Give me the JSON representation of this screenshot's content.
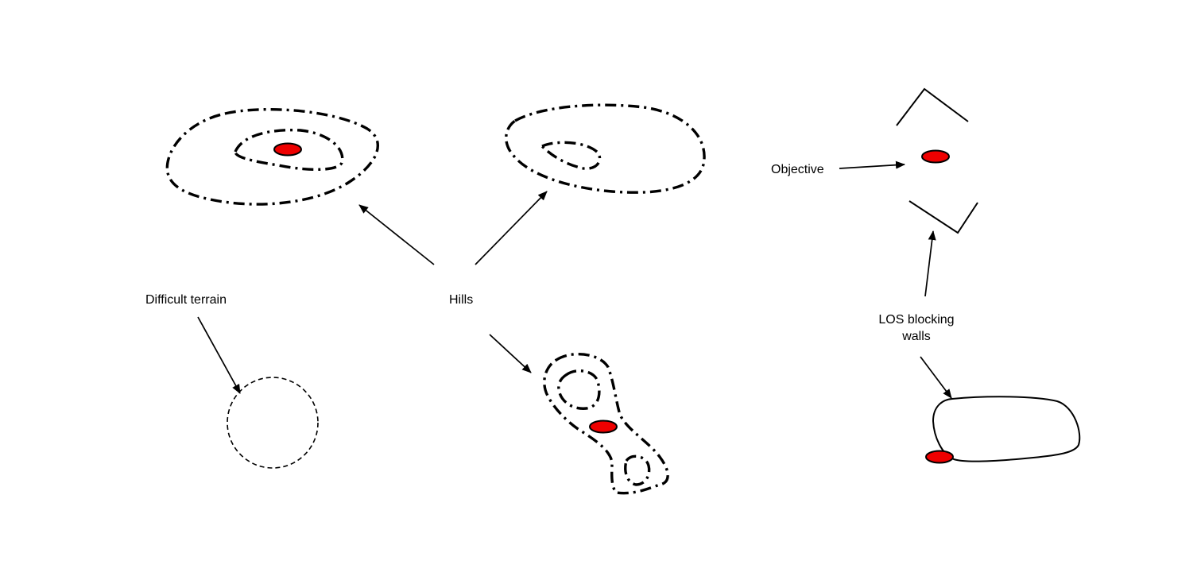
{
  "labels": {
    "difficult_terrain": "Difficult terrain",
    "hills": "Hills",
    "objective": "Objective",
    "los_line1": "LOS blocking",
    "los_line2": "walls"
  },
  "colors": {
    "objective_fill": "#ee0000",
    "stroke": "#000000",
    "background": "#ffffff"
  }
}
